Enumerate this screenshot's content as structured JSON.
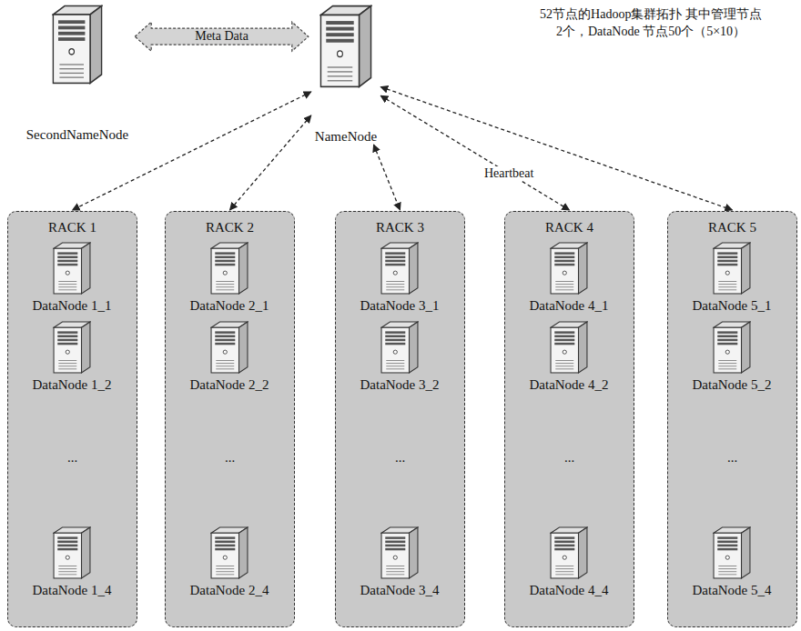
{
  "diagram": {
    "nodes": [
      {
        "text": [
          "SecondNameNode"
        ]
      },
      {
        "text": [
          "NameNode"
        ]
      },
      {
        "text": [
          "RACK 1"
        ]
      },
      {
        "text": [
          "DataNode 1_1"
        ],
        "in": 2
      },
      {
        "text": [
          "DataNode 1_2"
        ],
        "in": 2
      },
      {
        "text": [
          "DataNode 1_4"
        ],
        "in": 2
      },
      {
        "text": [
          "RACK 2"
        ]
      },
      {
        "text": [
          "DataNode 2_1"
        ],
        "in": 6
      },
      {
        "text": [
          "DataNode 2_2"
        ],
        "in": 6
      },
      {
        "text": [
          "DataNode 2_4"
        ],
        "in": 6
      },
      {
        "text": [
          "RACK 3"
        ]
      },
      {
        "text": [
          "DataNode 3_1"
        ],
        "in": 10
      },
      {
        "text": [
          "DataNode 3_2"
        ],
        "in": 10
      },
      {
        "text": [
          "DataNode 3_4"
        ],
        "in": 10
      },
      {
        "text": [
          "RACK 4"
        ]
      },
      {
        "text": [
          "DataNode 4_1"
        ],
        "in": 14
      },
      {
        "text": [
          "DataNode 4_2"
        ],
        "in": 14
      },
      {
        "text": [
          "DataNode 4_4"
        ],
        "in": 14
      },
      {
        "text": [
          "RACK 5"
        ]
      },
      {
        "text": [
          "DataNode 5_1"
        ],
        "in": 18
      },
      {
        "text": [
          "DataNode 5_2"
        ],
        "in": 18
      },
      {
        "text": [
          "DataNode 5_4"
        ],
        "in": 18
      }
    ],
    "edges": [
      {
        "from": 0,
        "to": 1,
        "label": "Meta Data",
        "arrow": "both"
      },
      {
        "from": 1,
        "to": 2,
        "arrow": "both"
      },
      {
        "from": 1,
        "to": 6,
        "arrow": "both"
      },
      {
        "from": 1,
        "to": 10,
        "arrow": "both"
      },
      {
        "from": 1,
        "to": 14,
        "label": "Heartbeat",
        "arrow": "both"
      },
      {
        "from": 1,
        "to": 18,
        "arrow": "both"
      }
    ],
    "labels": [
      "52节点的Hadoop集群拓扑 其中管理节点2个，DataNode 节点50个（5×10）",
      "...",
      "...",
      "...",
      "...",
      "..."
    ]
  }
}
